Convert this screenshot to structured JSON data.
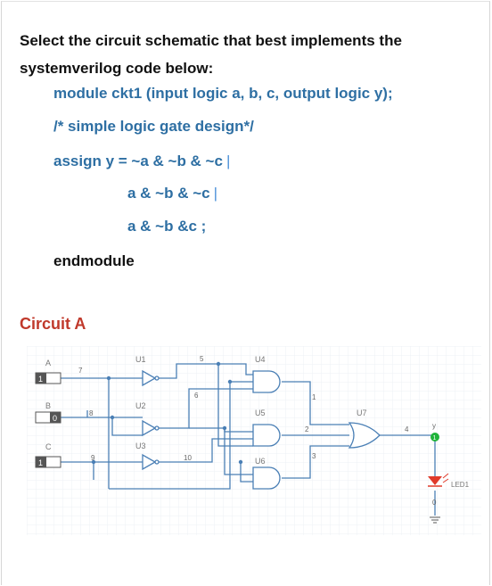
{
  "question": {
    "line1": "Select the circuit schematic that best implements the",
    "line2": "systemverilog code below:"
  },
  "code": {
    "line1": "module ckt1 (input logic a, b, c, output logic y);",
    "line2": "/* simple logic gate design*/",
    "line3": "assign y = ~a & ~b & ~c",
    "line4": "a & ~b & ~c",
    "line5": "a & ~b &c ;",
    "line6": "endmodule",
    "separator": "|"
  },
  "circuit": {
    "heading": "Circuit A",
    "inputs": [
      {
        "name": "A",
        "value": "1"
      },
      {
        "name": "B",
        "value": "0"
      },
      {
        "name": "C",
        "value": "1"
      }
    ],
    "gates": [
      "U1",
      "U2",
      "U3",
      "U4",
      "U5",
      "U6",
      "U7"
    ],
    "nets": [
      "7",
      "8",
      "9",
      "5",
      "6",
      "10",
      "1",
      "2",
      "3",
      "4"
    ],
    "output": {
      "name": "y",
      "value": "1",
      "led_label": "LED1",
      "ground_value": "0"
    },
    "colors": {
      "wire": "#4a7fb5",
      "input_box": "#555555",
      "led": "#e03a2a",
      "probe_green": "#1fb33a",
      "grid": "#eef1f4"
    }
  }
}
